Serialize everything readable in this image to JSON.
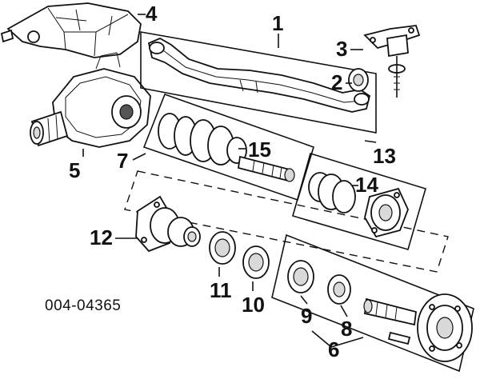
{
  "diagram": {
    "catalog_code": "004-04365",
    "callouts": {
      "c1": "1",
      "c2": "2",
      "c3": "3",
      "c4": "4",
      "c5": "5",
      "c6": "6",
      "c7": "7",
      "c8": "8",
      "c9": "9",
      "c10": "10",
      "c11": "11",
      "c12": "12",
      "c13": "13",
      "c14": "14",
      "c15": "15"
    }
  }
}
